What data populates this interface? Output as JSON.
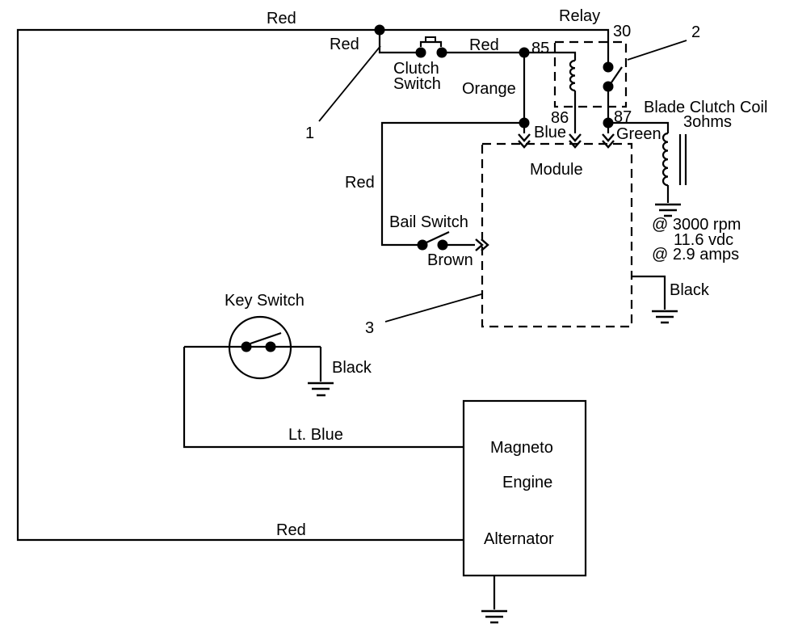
{
  "diagram": {
    "background_color": "#ffffff",
    "line_color": "#000000",
    "callouts": {
      "one": "1",
      "two": "2",
      "three": "3"
    },
    "wires": {
      "red_top": "Red",
      "red_drop": "Red",
      "red_clutch": "Red",
      "orange": "Orange",
      "blue": "Blue",
      "green": "Green",
      "red_left": "Red",
      "brown": "Brown",
      "lt_blue": "Lt. Blue",
      "red_bottom": "Red",
      "black_key_switch": "Black",
      "black_module": "Black"
    },
    "components": {
      "clutch_switch": {
        "label_line1": "Clutch",
        "label_line2": "Switch"
      },
      "relay": {
        "label": "Relay",
        "terminal_30": "30",
        "terminal_85": "85",
        "terminal_86": "86",
        "terminal_87": "87"
      },
      "module": {
        "label": "Module"
      },
      "blade_clutch_coil": {
        "label": "Blade Clutch Coil",
        "resistance": "3ohms",
        "specs": [
          "@ 3000 rpm",
          "11.6 vdc",
          "@ 2.9 amps"
        ]
      },
      "bail_switch": {
        "label": "Bail Switch"
      },
      "key_switch": {
        "label": "Key Switch"
      },
      "engine": {
        "label_line1": "Magneto",
        "label_line2": "Engine",
        "label_line3": "Alternator"
      }
    }
  }
}
